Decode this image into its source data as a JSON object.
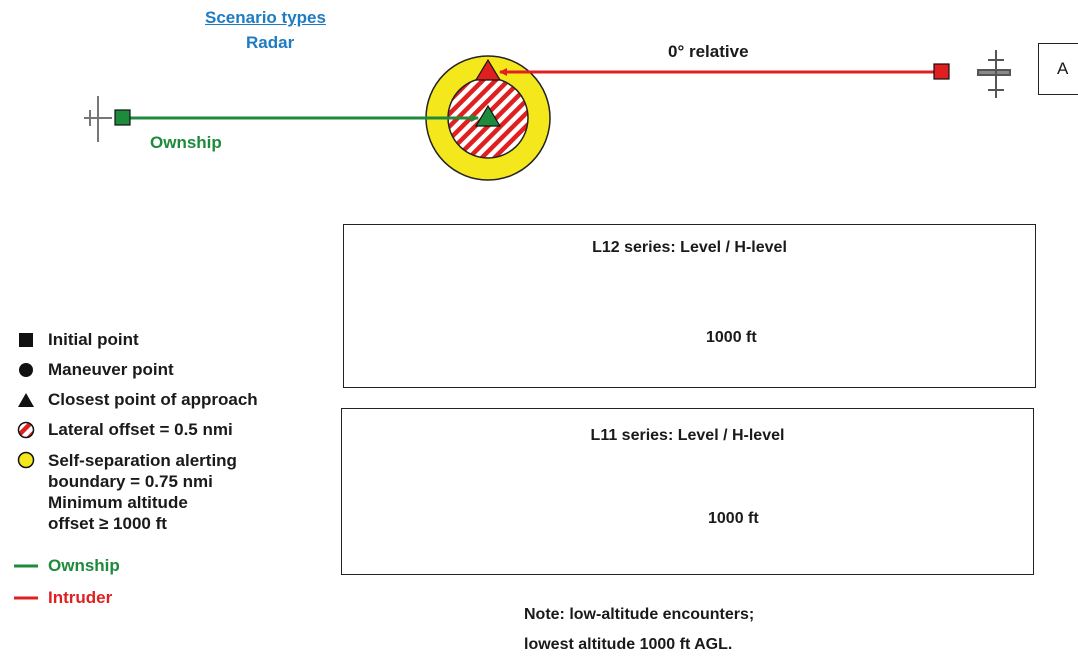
{
  "header": {
    "title": "Scenario types",
    "subtitle": "Radar"
  },
  "top_diagram": {
    "relative_label": "0° relative",
    "ownship_label": "Ownship",
    "box_label": "A"
  },
  "panels": [
    {
      "title": "L12 series: Level / H-level",
      "altitude_label": "1000 ft"
    },
    {
      "title": "L11 series: Level / H-level",
      "altitude_label": "1000 ft"
    }
  ],
  "legend": {
    "items": [
      {
        "symbol": "square-icon",
        "label": "Initial point"
      },
      {
        "symbol": "circle-icon",
        "label": "Maneuver point"
      },
      {
        "symbol": "triangle-icon",
        "label": "Closest point of approach"
      },
      {
        "symbol": "hatched-circle-icon",
        "label": "Lateral offset = 0.5 nmi"
      },
      {
        "symbol": "yellow-circle-icon",
        "label_lines": [
          "Self-separation alerting",
          "boundary = 0.75 nmi",
          "Minimum altitude",
          "offset ≥ 1000 ft"
        ]
      },
      {
        "symbol": "green-line-icon",
        "label": "Ownship"
      },
      {
        "symbol": "red-line-icon",
        "label": "Intruder"
      }
    ]
  },
  "note": {
    "line1": "Note: low-altitude encounters;",
    "line2": "lowest altitude 1000 ft AGL."
  },
  "colors": {
    "ownship": "#1e8a3c",
    "intruder": "#e02020",
    "boundary": "#f4e81c",
    "title": "#1f7bc2"
  }
}
